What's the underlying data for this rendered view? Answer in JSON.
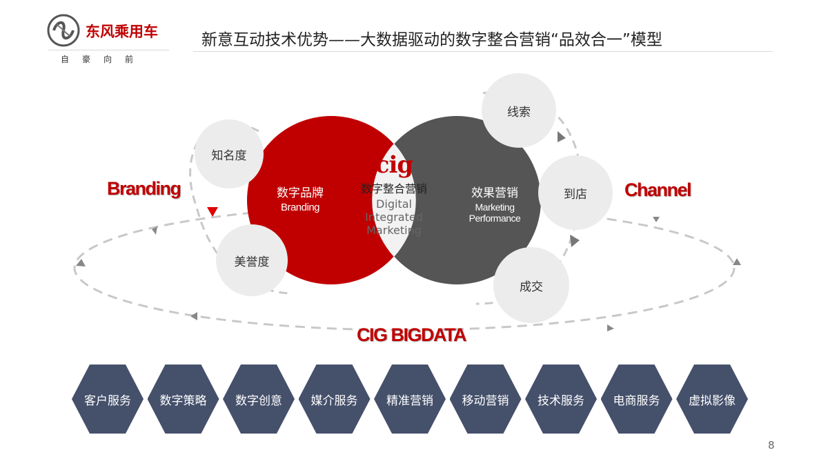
{
  "brand": {
    "name": "东风乘用车",
    "slogan": "自豪向前"
  },
  "title": "新意互动技术优势——大数据驱动的数字整合营销“品效合一”模型",
  "diagram": {
    "left_label": "Branding",
    "right_label": "Channel",
    "bottom_label": "CIG BIGDATA",
    "left_circle": {
      "cn": "数字品牌",
      "en": "Branding",
      "color": "#c00000"
    },
    "right_circle": {
      "cn": "效果营销",
      "en1": "Marketing",
      "en2": "Performance",
      "color": "#555555"
    },
    "center": {
      "logo": "cig",
      "cn": "数字整合营销",
      "en1": "Digital",
      "en2": "Integrated",
      "en3": "Marketing"
    },
    "left_bubbles": [
      "知名度",
      "美誉度"
    ],
    "right_bubbles": [
      "线索",
      "到店",
      "成交"
    ],
    "accent_color": "#c00000"
  },
  "services": [
    "客户服务",
    "数字策略",
    "数字创意",
    "媒介服务",
    "精准营销",
    "移动营销",
    "技术服务",
    "电商服务",
    "虚拟影像"
  ],
  "page_number": "8"
}
